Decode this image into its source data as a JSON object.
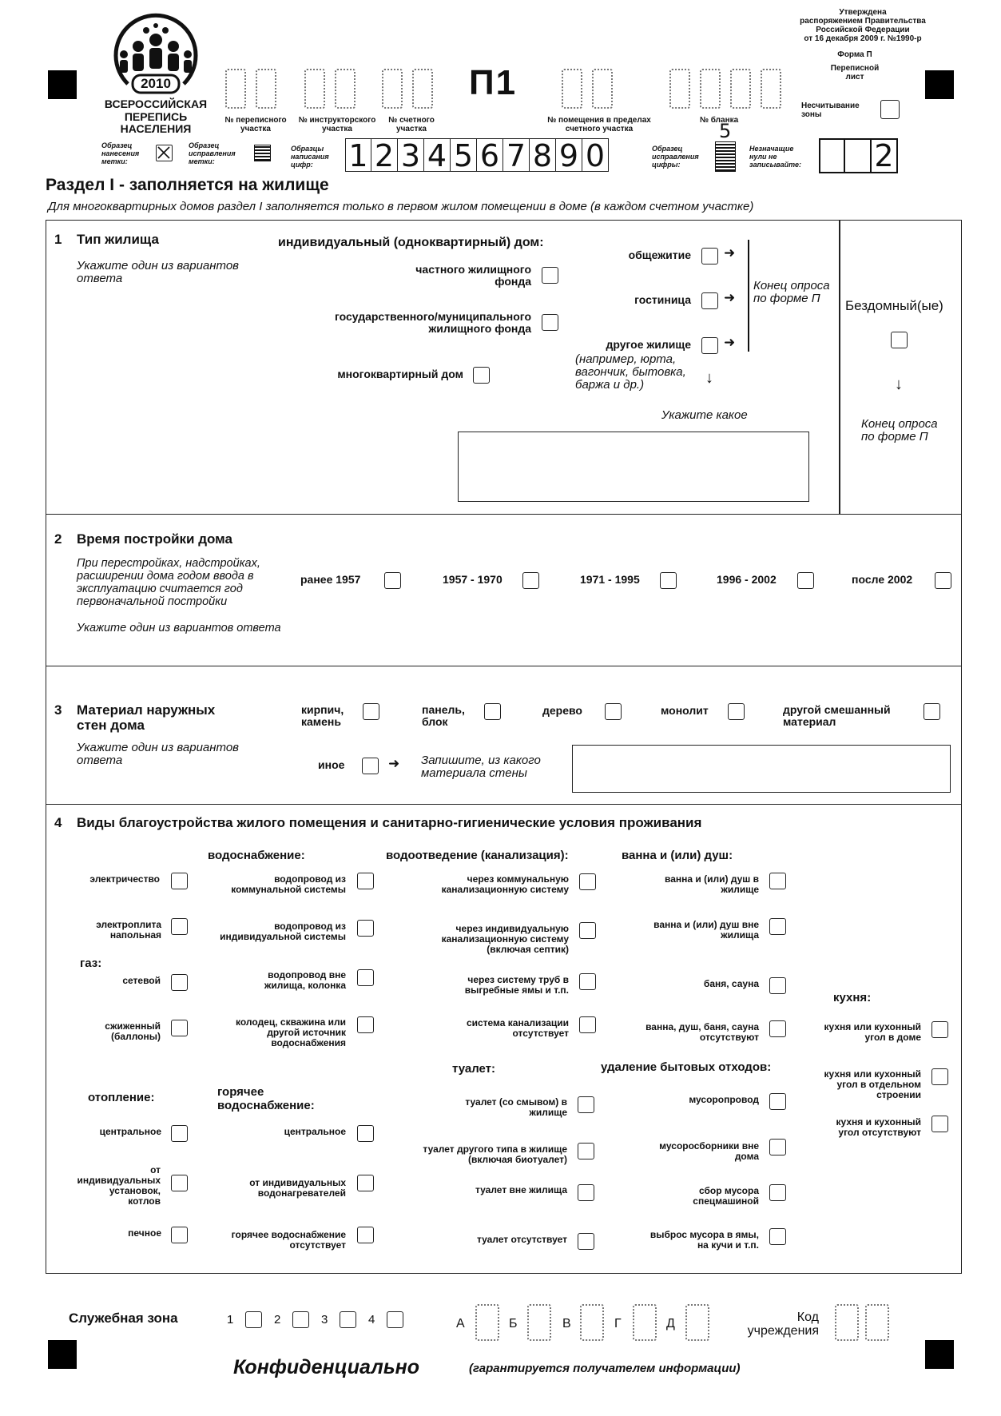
{
  "header": {
    "approval": [
      "Утверждена",
      "распоряжением Правительства",
      "Российской Федерации",
      "от 16 декабря 2009 г. №1990-р"
    ],
    "form_name": "Форма П",
    "sheet_title": [
      "Переписной",
      "лист"
    ],
    "form_code": "П1",
    "logo_year": "2010",
    "logo_text": [
      "ВСЕРОССИЙСКАЯ",
      "ПЕРЕПИСЬ НАСЕЛЕНИЯ"
    ],
    "field_census": [
      "№ переписного",
      "участка"
    ],
    "field_instructor": [
      "№ инструкторского",
      "участка"
    ],
    "field_count": [
      "№ счетного",
      "участка"
    ],
    "field_room": [
      "№ помещения в пределах",
      "счетного участка"
    ],
    "field_blank": "№ бланка",
    "blank_number": "5",
    "nonreading": [
      "Несчитывание",
      "зоны"
    ],
    "sample_mark": [
      "Образец",
      "нанесения",
      "метки:"
    ],
    "sample_fix": [
      "Образец",
      "исправления",
      "метки:"
    ],
    "sample_digits": [
      "Образцы",
      "написания",
      "цифр:"
    ],
    "digits": [
      "1",
      "2",
      "3",
      "4",
      "5",
      "6",
      "7",
      "8",
      "9",
      "0"
    ],
    "sample_digit_fix": [
      "Образец",
      "исправления",
      "цифры:"
    ],
    "zeros_note": [
      "Незначащие",
      "нули не",
      "записывайте:"
    ],
    "zeros_example": [
      "",
      "",
      "2"
    ]
  },
  "section": {
    "title": "Раздел I - заполняется на жилище",
    "note": "Для многоквартирных домов раздел I заполняется только в первом жилом помещении в доме (в каждом счетном участке)"
  },
  "q1": {
    "num": "1",
    "title": "Тип жилища",
    "hint": [
      "Укажите один из вариантов",
      "ответа"
    ],
    "individual": "индивидуальный (одноквартирный) дом:",
    "private": [
      "частного жилищного",
      "фонда"
    ],
    "state": [
      "государственного/муниципального",
      "жилищного фонда"
    ],
    "apartment": "многоквартирный дом",
    "dorm": "общежитие",
    "hotel": "гостиница",
    "other": "другое жилище",
    "other_examples": [
      "(например, юрта,",
      "вагончик, бытовка,",
      "баржа и др.)"
    ],
    "end_survey": [
      "Конец опроса",
      "по форме П"
    ],
    "specify": "Укажите какое",
    "homeless": "Бездомный(ые)",
    "homeless_end": [
      "Конец опроса",
      "по форме П"
    ]
  },
  "q2": {
    "num": "2",
    "title": "Время постройки дома",
    "hint": [
      "При перестройках, надстройках,",
      "расширении дома годом ввода в",
      "эксплуатацию считается год",
      "первоначальной постройки"
    ],
    "hint2": "Укажите один из вариантов ответа",
    "options": [
      "ранее 1957",
      "1957 - 1970",
      "1971 - 1995",
      "1996 - 2002",
      "после 2002"
    ]
  },
  "q3": {
    "num": "3",
    "title": [
      "Материал наружных",
      "стен дома"
    ],
    "hint": [
      "Укажите один из вариантов",
      "ответа"
    ],
    "brick": [
      "кирпич,",
      "камень"
    ],
    "panel": [
      "панель,",
      "блок"
    ],
    "wood": "дерево",
    "monolith": "монолит",
    "mixed": [
      "другой смешанный",
      "материал"
    ],
    "other": "иное",
    "write": [
      "Запишите, из какого",
      "материала стены"
    ]
  },
  "q4": {
    "num": "4",
    "title": "Виды благоустройства жилого помещения и санитарно-гигиенические условия проживания",
    "water_head": "водоснабжение:",
    "sewer_head": "водоотведение (канализация):",
    "bath_head": "ванна и (или) душ:",
    "gas_head": "газ:",
    "kitchen_head": "кухня:",
    "toilet_head": "туалет:",
    "waste_head": "удаление бытовых отходов:",
    "heating_head": "отопление:",
    "hotwater_head": [
      "горячее",
      "водоснабжение:"
    ],
    "electricity": "электричество",
    "stove": [
      "электроплита",
      "напольная"
    ],
    "gas_net": "сетевой",
    "gas_liquid": [
      "сжиженный",
      "(баллоны)"
    ],
    "water1": [
      "водопровод из",
      "коммунальной системы"
    ],
    "water2": [
      "водопровод из",
      "индивидуальной системы"
    ],
    "water3": [
      "водопровод вне",
      "жилища, колонка"
    ],
    "water4": [
      "колодец, скважина или",
      "другой источник",
      "водоснабжения"
    ],
    "sewer1": [
      "через коммунальную",
      "канализационную систему"
    ],
    "sewer2": [
      "через индивидуальную",
      "канализационную систему",
      "(включая септик)"
    ],
    "sewer3": [
      "через систему труб в",
      "выгребные ямы и т.п."
    ],
    "sewer4": [
      "система канализации",
      "отсутствует"
    ],
    "bath1": [
      "ванна и (или) душ в",
      "жилище"
    ],
    "bath2": [
      "ванна и (или) душ вне",
      "жилища"
    ],
    "bath3": "баня, сауна",
    "bath4": [
      "ванна, душ, баня, сауна",
      "отсутствуют"
    ],
    "kitchen1": [
      "кухня или кухонный",
      "угол в доме"
    ],
    "kitchen2": [
      "кухня или кухонный",
      "угол в отдельном",
      "строении"
    ],
    "kitchen3": [
      "кухня и кухонный",
      "угол отсутствуют"
    ],
    "heat1": "центральное",
    "heat2": [
      "от",
      "индивидуальных",
      "установок,",
      "котлов"
    ],
    "heat3": "печное",
    "hot1": "центральное",
    "hot2": [
      "от индивидуальных",
      "водонагревателей"
    ],
    "hot3": [
      "горячее водоснабжение",
      "отсутствует"
    ],
    "toilet1": [
      "туалет (со смывом) в",
      "жилище"
    ],
    "toilet2": [
      "туалет другого типа в жилище",
      "(включая биотуалет)"
    ],
    "toilet3": "туалет вне жилища",
    "toilet4": "туалет отсутствует",
    "waste1": "мусоропровод",
    "waste2": [
      "мусоросборники вне",
      "дома"
    ],
    "waste3": [
      "сбор мусора",
      "спецмашиной"
    ],
    "waste4": [
      "выброс мусора в ямы,",
      "на кучи и т.п."
    ]
  },
  "footer": {
    "service_zone": "Служебная зона",
    "service_nums": [
      "1",
      "2",
      "3",
      "4"
    ],
    "letters": [
      "А",
      "Б",
      "В",
      "Г",
      "Д"
    ],
    "institution": [
      "Код",
      "учреждения"
    ],
    "confidential": "Конфиденциально",
    "guarantee": "(гарантируется получателем информации)"
  }
}
